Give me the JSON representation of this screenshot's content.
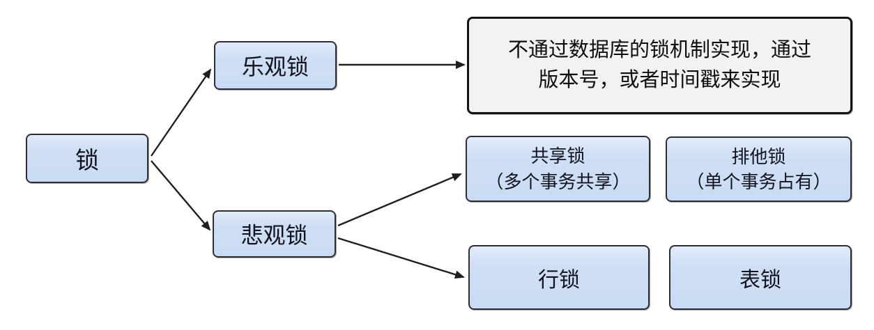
{
  "diagram": {
    "nodes": {
      "lock": {
        "label": "锁"
      },
      "optimistic": {
        "label": "乐观锁"
      },
      "pessimistic": {
        "label": "悲观锁"
      },
      "note": {
        "label": "不通过数据库的锁机制实现，通过\n版本号，或者时间戳来实现"
      },
      "shared": {
        "label": "共享锁\n（多个事务共享）"
      },
      "exclusive": {
        "label": "排他锁\n（单个事务占有）"
      },
      "row": {
        "label": "行锁"
      },
      "table": {
        "label": "表锁"
      }
    },
    "edges": [
      {
        "from": "lock",
        "to": "optimistic"
      },
      {
        "from": "lock",
        "to": "pessimistic"
      },
      {
        "from": "optimistic",
        "to": "note"
      },
      {
        "from": "pessimistic",
        "to": "shared"
      },
      {
        "from": "pessimistic",
        "to": "row"
      }
    ],
    "colors": {
      "node_fill": "#cfdff5",
      "node_border": "#2d2d33",
      "note_fill": "#f2f2f2",
      "note_border": "#141414",
      "arrow": "#1f1f1f",
      "background": "#ffffff"
    }
  }
}
